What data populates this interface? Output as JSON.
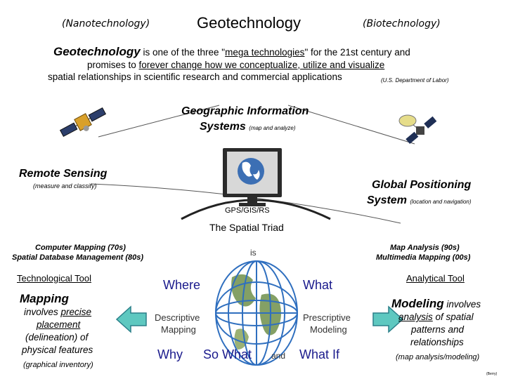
{
  "header": {
    "left_tag": "(Nanotechnology)",
    "title": "Geotechnology",
    "right_tag": "(Biotechnology)"
  },
  "intro": {
    "lead": "Geotechnology",
    "line1_rest": " is one of the three \"",
    "mega": "mega technologies",
    "line1_end": "\" for the 21st century and",
    "line2_pre": "promises to ",
    "line2_u": "forever change how we conceptualize, utilize and visualize",
    "line3": "spatial relationships in scientific research and commercial applications",
    "source": "(U.S. Department of Labor)"
  },
  "triad": {
    "gis_title_1": "Geographic Information",
    "gis_title_2": "Systems",
    "gis_note": "(map and analyze)",
    "rs_title": "Remote Sensing",
    "rs_note": "(measure and classify)",
    "gps_title_1": "Global Positioning",
    "gps_title_2": "System",
    "gps_note": "(location and navigation)",
    "arc_label": "GPS/GIS/RS",
    "caption": "The Spatial Triad"
  },
  "left": {
    "era_1": "Computer Mapping (70s)",
    "era_2": "Spatial Database Management (80s)",
    "tool": "Technological Tool",
    "heading": "Mapping",
    "desc_1": "involves ",
    "desc_u1": "precise",
    "desc_2": "placement",
    "desc_3": "(delineation) of",
    "desc_4": "physical features",
    "foot": "(graphical inventory)"
  },
  "right": {
    "era_1": "Map Analysis (90s)",
    "era_2": "Multimedia Mapping (00s)",
    "tool": "Analytical Tool",
    "heading": "Modeling",
    "heading_rest": " involves",
    "desc_u1": "analysis",
    "desc_1": " of spatial",
    "desc_2": "patterns and",
    "desc_3": "relationships",
    "foot": "(map analysis/modeling)",
    "credit": "(Berry)"
  },
  "center": {
    "is": "is",
    "where": "Where",
    "what": "What",
    "descriptive_1": "Descriptive",
    "descriptive_2": "Mapping",
    "prescriptive_1": "Prescriptive",
    "prescriptive_2": "Modeling",
    "why": "Why",
    "so_what": "So What",
    "and": "and",
    "what_if": "What If"
  },
  "colors": {
    "arrow_fill": "#5ec8c0",
    "arrow_stroke": "#2b7f89",
    "question_blue": "#1a1a8c",
    "globe_ocean": "#2f6fbf",
    "globe_land": "#6f8f4a"
  }
}
